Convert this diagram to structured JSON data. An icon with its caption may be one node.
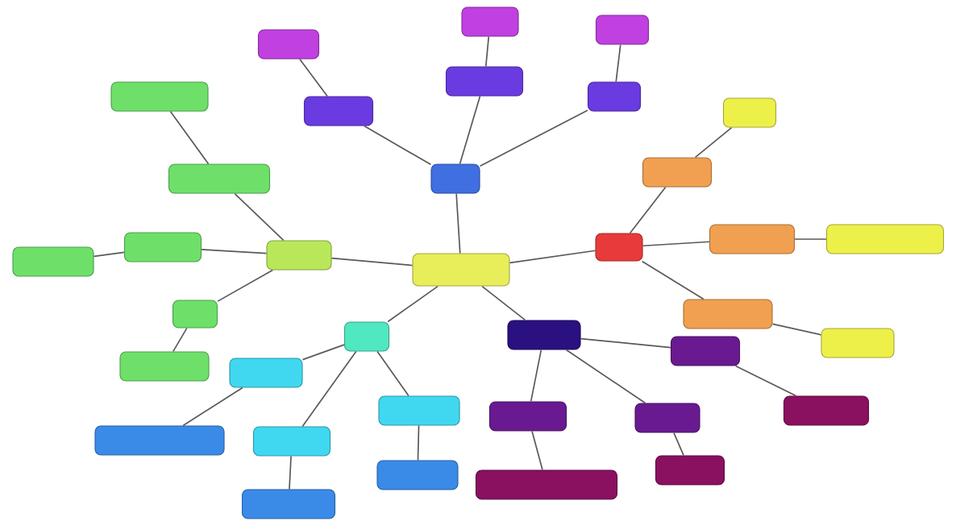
{
  "diagram": {
    "nodes": [
      {
        "text": [],
        "shape": "box"
      },
      {
        "text": [],
        "shape": "box"
      },
      {
        "text": [],
        "shape": "box"
      },
      {
        "text": [],
        "shape": "box"
      },
      {
        "text": [],
        "shape": "box"
      },
      {
        "text": [],
        "shape": "box"
      },
      {
        "text": [],
        "shape": "box"
      },
      {
        "text": [],
        "shape": "box"
      },
      {
        "text": [],
        "shape": "box"
      },
      {
        "text": [],
        "shape": "box"
      },
      {
        "text": [],
        "shape": "box"
      },
      {
        "text": [],
        "shape": "box"
      },
      {
        "text": [],
        "shape": "box"
      },
      {
        "text": [],
        "shape": "box"
      },
      {
        "text": [],
        "shape": "box"
      },
      {
        "text": [],
        "shape": "box"
      },
      {
        "text": [],
        "shape": "box"
      },
      {
        "text": [],
        "shape": "box"
      },
      {
        "text": [],
        "shape": "box"
      },
      {
        "text": [],
        "shape": "box"
      },
      {
        "text": [],
        "shape": "box"
      },
      {
        "text": [],
        "shape": "box"
      },
      {
        "text": [],
        "shape": "box"
      },
      {
        "text": [],
        "shape": "box"
      },
      {
        "text": [],
        "shape": "box"
      },
      {
        "text": [],
        "shape": "box"
      },
      {
        "text": [],
        "shape": "box"
      },
      {
        "text": [],
        "shape": "box"
      },
      {
        "text": [],
        "shape": "box"
      },
      {
        "text": [],
        "shape": "box"
      },
      {
        "text": [],
        "shape": "box"
      },
      {
        "text": [],
        "shape": "box"
      },
      {
        "text": [],
        "shape": "box"
      },
      {
        "text": [],
        "shape": "box"
      },
      {
        "text": [],
        "shape": "box"
      },
      {
        "text": [],
        "shape": "box"
      }
    ],
    "edges": [
      {
        "from": 0,
        "to": 1,
        "arrow": "none"
      },
      {
        "from": 1,
        "to": 2,
        "arrow": "none"
      },
      {
        "from": 1,
        "to": 3,
        "arrow": "none"
      },
      {
        "from": 1,
        "to": 4,
        "arrow": "none"
      },
      {
        "from": 2,
        "to": 5,
        "arrow": "none"
      },
      {
        "from": 3,
        "to": 6,
        "arrow": "none"
      },
      {
        "from": 4,
        "to": 7,
        "arrow": "none"
      },
      {
        "from": 0,
        "to": 8,
        "arrow": "none"
      },
      {
        "from": 8,
        "to": 9,
        "arrow": "none"
      },
      {
        "from": 9,
        "to": 10,
        "arrow": "none"
      },
      {
        "from": 8,
        "to": 11,
        "arrow": "none"
      },
      {
        "from": 11,
        "to": 12,
        "arrow": "none"
      },
      {
        "from": 8,
        "to": 13,
        "arrow": "none"
      },
      {
        "from": 13,
        "to": 14,
        "arrow": "none"
      },
      {
        "from": 0,
        "to": 15,
        "arrow": "none"
      },
      {
        "from": 15,
        "to": 16,
        "arrow": "none"
      },
      {
        "from": 16,
        "to": 17,
        "arrow": "none"
      },
      {
        "from": 15,
        "to": 18,
        "arrow": "none"
      },
      {
        "from": 18,
        "to": 19,
        "arrow": "none"
      },
      {
        "from": 15,
        "to": 20,
        "arrow": "none"
      },
      {
        "from": 20,
        "to": 21,
        "arrow": "none"
      },
      {
        "from": 0,
        "to": 22,
        "arrow": "none"
      },
      {
        "from": 22,
        "to": 23,
        "arrow": "none"
      },
      {
        "from": 23,
        "to": 24,
        "arrow": "none"
      },
      {
        "from": 22,
        "to": 25,
        "arrow": "none"
      },
      {
        "from": 25,
        "to": 26,
        "arrow": "none"
      },
      {
        "from": 22,
        "to": 27,
        "arrow": "none"
      },
      {
        "from": 27,
        "to": 28,
        "arrow": "none"
      },
      {
        "from": 0,
        "to": 29,
        "arrow": "none"
      },
      {
        "from": 29,
        "to": 30,
        "arrow": "none"
      },
      {
        "from": 30,
        "to": 35,
        "arrow": "none"
      },
      {
        "from": 29,
        "to": 31,
        "arrow": "none"
      },
      {
        "from": 31,
        "to": 32,
        "arrow": "none"
      },
      {
        "from": 29,
        "to": 33,
        "arrow": "none"
      },
      {
        "from": 33,
        "to": 34,
        "arrow": "none"
      }
    ]
  }
}
